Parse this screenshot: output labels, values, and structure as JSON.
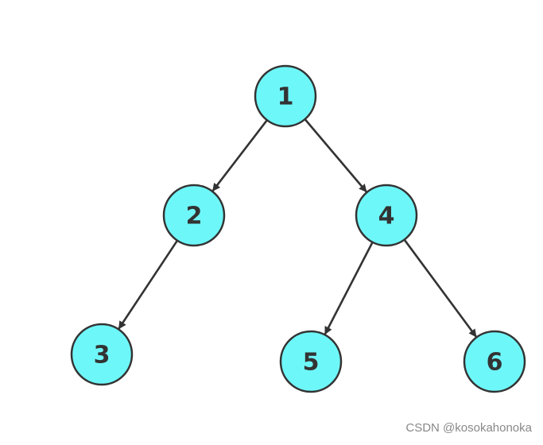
{
  "diagram": {
    "nodes": [
      {
        "id": "1",
        "label": "1"
      },
      {
        "id": "2",
        "label": "2"
      },
      {
        "id": "3",
        "label": "3"
      },
      {
        "id": "4",
        "label": "4"
      },
      {
        "id": "5",
        "label": "5"
      },
      {
        "id": "6",
        "label": "6"
      }
    ],
    "edges": [
      {
        "from": "1",
        "to": "2"
      },
      {
        "from": "1",
        "to": "4"
      },
      {
        "from": "2",
        "to": "3"
      },
      {
        "from": "4",
        "to": "5"
      },
      {
        "from": "4",
        "to": "6"
      }
    ]
  },
  "colors": {
    "node_fill": "#6ef7f9",
    "node_stroke": "#333333",
    "label": "#333333",
    "edge": "#333333"
  },
  "watermark": "CSDN @kosokahonoka"
}
